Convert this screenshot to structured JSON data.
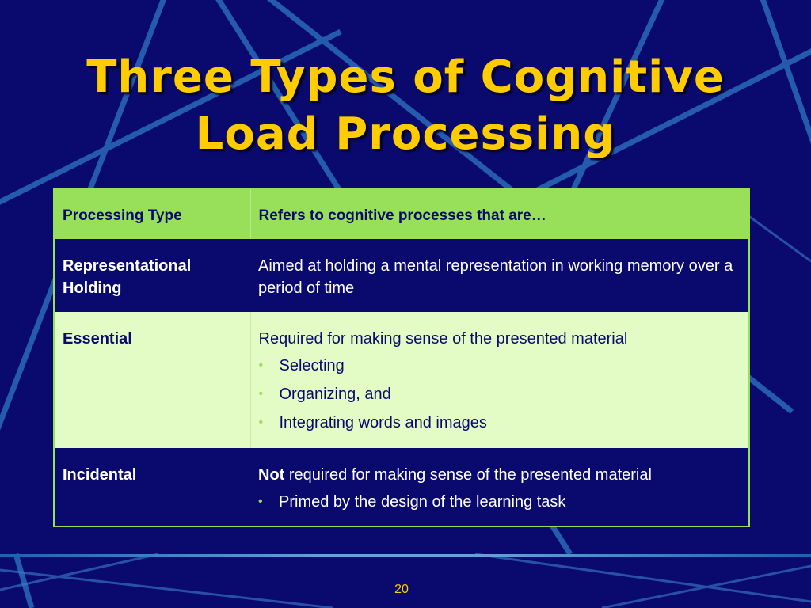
{
  "slide": {
    "title_lines": [
      "Three Types of Cognitive",
      "Load Processing"
    ],
    "page_number": "20"
  },
  "table": {
    "header": {
      "col1": "Processing Type",
      "col2": "Refers to cognitive processes that are…"
    },
    "rows": [
      {
        "type": "Representational Holding",
        "type_lines": [
          "Representational",
          "Holding"
        ],
        "description": "Aimed at holding a mental representation in working memory over a period of time"
      },
      {
        "type": "Essential",
        "description": "Required for making sense of the presented material",
        "bullets": [
          "Selecting",
          "Organizing, and",
          "Integrating words and images"
        ]
      },
      {
        "type": "Incidental",
        "description_bold": "Not",
        "description": " required for making sense of the presented material",
        "bullets": [
          "Primed by the design of the learning task"
        ]
      }
    ]
  },
  "colors": {
    "background": "#0a0a6e",
    "title": "#ffcc00",
    "header_green": "#99e05a",
    "light_green_row": "#e3fbc4",
    "accent_blue": "#2a6ab8"
  }
}
